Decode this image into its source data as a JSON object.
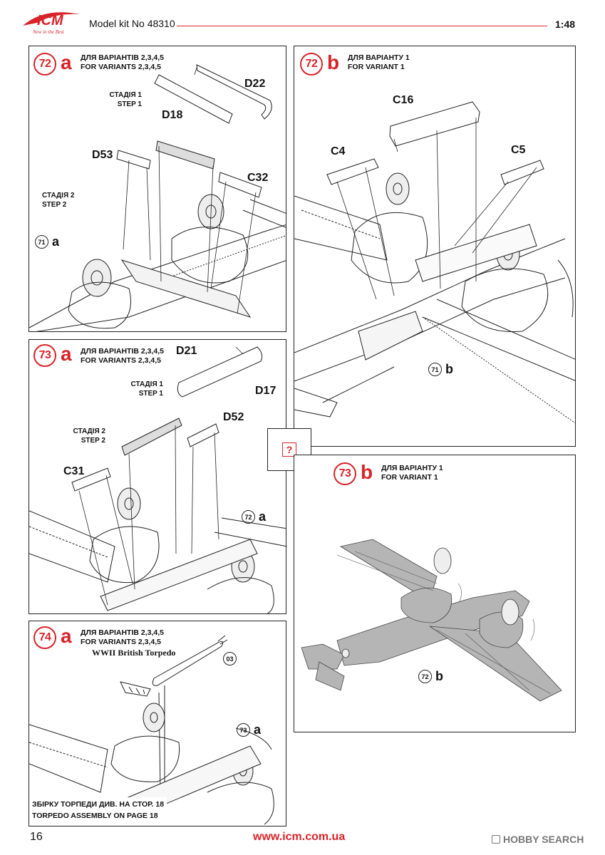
{
  "header": {
    "brand": "ICM",
    "tagline": "New in the Best",
    "model_kit": "Model kit No 48310",
    "scale": "1:48"
  },
  "footer": {
    "page_number": "16",
    "website": "www.icm.com.ua",
    "watermark": "HOBBY SEARCH"
  },
  "question_mark": "?",
  "steps": {
    "s72a": {
      "number": "72",
      "letter": "a",
      "variant_ua": "ДЛЯ ВАРІАНТІВ 2,3,4,5",
      "variant_en": "FOR VARIANTS 2,3,4,5",
      "stage1_ua": "СТАДІЯ 1",
      "stage1_en": "STEP 1",
      "stage2_ua": "СТАДІЯ 2",
      "stage2_en": "STEP 2",
      "parts": [
        "D22",
        "D18",
        "D53",
        "C32"
      ],
      "ref_number": "71",
      "ref_letter": "a"
    },
    "s72b": {
      "number": "72",
      "letter": "b",
      "variant_ua": "ДЛЯ ВАРІАНТУ 1",
      "variant_en": "FOR VARIANT 1",
      "parts": [
        "C16",
        "C4",
        "C5"
      ],
      "ref_number": "71",
      "ref_letter": "b"
    },
    "s73a": {
      "number": "73",
      "letter": "a",
      "variant_ua": "ДЛЯ ВАРІАНТІВ 2,3,4,5",
      "variant_en": "FOR VARIANTS 2,3,4,5",
      "stage1_ua": "СТАДІЯ 1",
      "stage1_en": "STEP 1",
      "stage2_ua": "СТАДІЯ 2",
      "stage2_en": "STEP 2",
      "parts": [
        "D21",
        "D17",
        "D52",
        "C31"
      ],
      "ref_number": "72",
      "ref_letter": "a"
    },
    "s73b": {
      "number": "73",
      "letter": "b",
      "variant_ua": "ДЛЯ ВАРІАНТУ 1",
      "variant_en": "FOR VARIANT 1",
      "ref_number": "72",
      "ref_letter": "b"
    },
    "s74a": {
      "number": "74",
      "letter": "a",
      "variant_ua": "ДЛЯ ВАРІАНТІВ 2,3,4,5",
      "variant_en": "FOR VARIANTS 2,3,4,5",
      "torpedo_label": "WWII British Torpedo",
      "torpedo_ref": "03",
      "note_ua": "ЗБІРКУ ТОРПЕДИ ДИВ. НА СТОР. 18",
      "note_en": "TORPEDO ASSEMBLY ON PAGE 18",
      "ref_number": "73",
      "ref_letter": "a"
    }
  },
  "colors": {
    "accent": "#d8232a",
    "line": "#222222",
    "aircraft_grey": "#b5b5b5"
  }
}
